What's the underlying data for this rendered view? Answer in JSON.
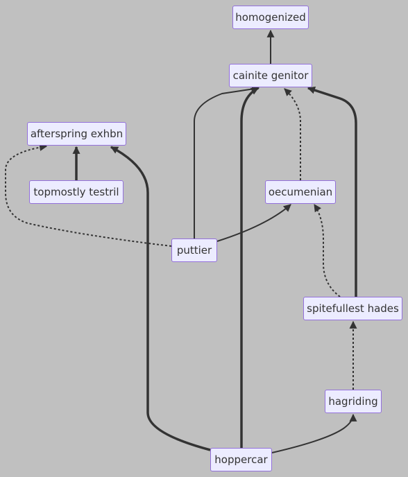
{
  "diagram": {
    "colors": {
      "background": "#c0c0c0",
      "node_fill": "#ececff",
      "node_border": "#9370db",
      "edge": "#333333",
      "text": "#333333"
    },
    "nodes": [
      {
        "id": "homogenized",
        "label": "homogenized"
      },
      {
        "id": "cainite-genitor",
        "label": "cainite genitor"
      },
      {
        "id": "afterspring-exhbn",
        "label": "afterspring exhbn"
      },
      {
        "id": "topmostly-testril",
        "label": "topmostly testril"
      },
      {
        "id": "oecumenian",
        "label": "oecumenian"
      },
      {
        "id": "puttier",
        "label": "puttier"
      },
      {
        "id": "spitefullest-hades",
        "label": "spitefullest hades"
      },
      {
        "id": "hagriding",
        "label": "hagriding"
      },
      {
        "id": "hoppercar",
        "label": "hoppercar"
      }
    ],
    "edges": [
      {
        "from": "cainite-genitor",
        "to": "homogenized",
        "style": "normal"
      },
      {
        "from": "puttier",
        "to": "cainite-genitor",
        "style": "normal"
      },
      {
        "from": "hoppercar",
        "to": "cainite-genitor",
        "style": "thick"
      },
      {
        "from": "oecumenian",
        "to": "cainite-genitor",
        "style": "dotted"
      },
      {
        "from": "spitefullest-hades",
        "to": "cainite-genitor",
        "style": "thick"
      },
      {
        "from": "topmostly-testril",
        "to": "afterspring-exhbn",
        "style": "thick"
      },
      {
        "from": "puttier",
        "to": "afterspring-exhbn",
        "style": "dotted"
      },
      {
        "from": "hoppercar",
        "to": "afterspring-exhbn",
        "style": "thick"
      },
      {
        "from": "puttier",
        "to": "oecumenian",
        "style": "normal"
      },
      {
        "from": "spitefullest-hades",
        "to": "oecumenian",
        "style": "dotted"
      },
      {
        "from": "hagriding",
        "to": "spitefullest-hades",
        "style": "dotted"
      },
      {
        "from": "hoppercar",
        "to": "hagriding",
        "style": "normal"
      }
    ]
  }
}
